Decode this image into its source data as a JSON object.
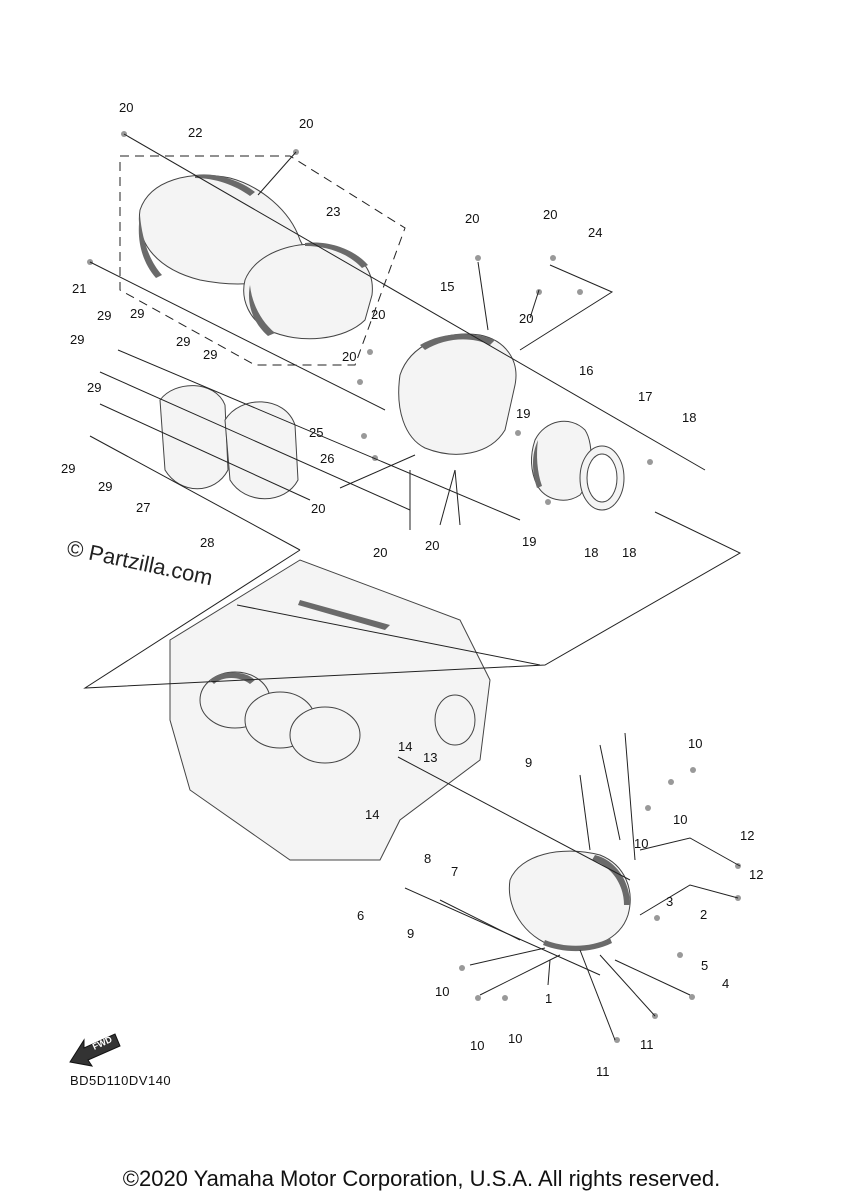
{
  "watermark": "© Partzilla.com",
  "drawing_code": "BD5D110DV140",
  "copyright": "©2020 Yamaha Motor Corporation, U.S.A. All rights reserved.",
  "fwd_label": "FWD",
  "icons": {
    "fwd_arrow": "fwd-arrow-icon"
  },
  "callouts": [
    {
      "id": "c1",
      "text": "20"
    },
    {
      "id": "c2",
      "text": "22"
    },
    {
      "id": "c3",
      "text": "20"
    },
    {
      "id": "c4",
      "text": "23"
    },
    {
      "id": "c5",
      "text": "20"
    },
    {
      "id": "c6",
      "text": "20"
    },
    {
      "id": "c7",
      "text": "24"
    },
    {
      "id": "c8",
      "text": "21"
    },
    {
      "id": "c9",
      "text": "15"
    },
    {
      "id": "c10",
      "text": "20"
    },
    {
      "id": "c11",
      "text": "29"
    },
    {
      "id": "c12",
      "text": "29"
    },
    {
      "id": "c13",
      "text": "29"
    },
    {
      "id": "c14",
      "text": "29"
    },
    {
      "id": "c15",
      "text": "29"
    },
    {
      "id": "c16",
      "text": "20"
    },
    {
      "id": "c17",
      "text": "20"
    },
    {
      "id": "c18",
      "text": "16"
    },
    {
      "id": "c19",
      "text": "17"
    },
    {
      "id": "c20",
      "text": "29"
    },
    {
      "id": "c21",
      "text": "18"
    },
    {
      "id": "c22",
      "text": "19"
    },
    {
      "id": "c23",
      "text": "25"
    },
    {
      "id": "c24",
      "text": "26"
    },
    {
      "id": "c25",
      "text": "29"
    },
    {
      "id": "c26",
      "text": "29"
    },
    {
      "id": "c27",
      "text": "27"
    },
    {
      "id": "c28",
      "text": "20"
    },
    {
      "id": "c29",
      "text": "19"
    },
    {
      "id": "c30",
      "text": "18"
    },
    {
      "id": "c31",
      "text": "18"
    },
    {
      "id": "c32",
      "text": "28"
    },
    {
      "id": "c33",
      "text": "20"
    },
    {
      "id": "c34",
      "text": "20"
    },
    {
      "id": "c35",
      "text": "10"
    },
    {
      "id": "c36",
      "text": "14"
    },
    {
      "id": "c37",
      "text": "13"
    },
    {
      "id": "c38",
      "text": "9"
    },
    {
      "id": "c39",
      "text": "10"
    },
    {
      "id": "c40",
      "text": "14"
    },
    {
      "id": "c41",
      "text": "10"
    },
    {
      "id": "c42",
      "text": "12"
    },
    {
      "id": "c43",
      "text": "8"
    },
    {
      "id": "c44",
      "text": "7"
    },
    {
      "id": "c45",
      "text": "12"
    },
    {
      "id": "c46",
      "text": "3"
    },
    {
      "id": "c47",
      "text": "6"
    },
    {
      "id": "c48",
      "text": "2"
    },
    {
      "id": "c49",
      "text": "9"
    },
    {
      "id": "c50",
      "text": "5"
    },
    {
      "id": "c51",
      "text": "4"
    },
    {
      "id": "c52",
      "text": "10"
    },
    {
      "id": "c53",
      "text": "1"
    },
    {
      "id": "c54",
      "text": "10"
    },
    {
      "id": "c55",
      "text": "11"
    },
    {
      "id": "c56",
      "text": "10"
    },
    {
      "id": "c57",
      "text": "11"
    }
  ]
}
